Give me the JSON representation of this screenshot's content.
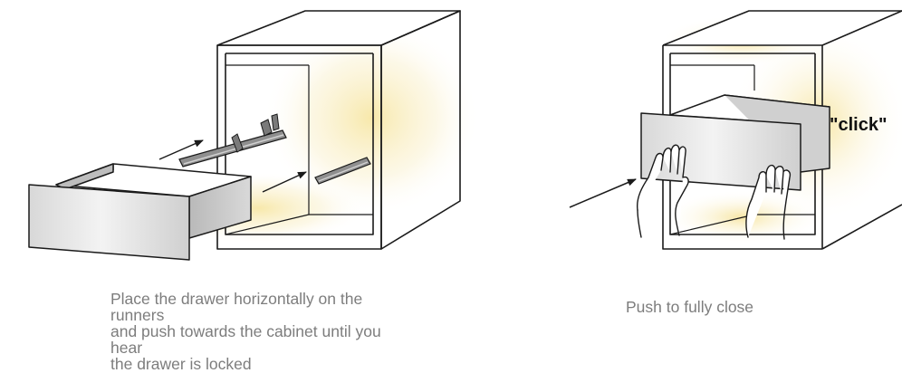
{
  "steps": [
    {
      "id": "step-1",
      "caption": "Place the drawer horizontally on the runners\nand push towards the cabinet until you hear\nthe drawer is locked"
    },
    {
      "id": "step-2",
      "caption": "Push to fully close",
      "callout": "\"click\""
    }
  ],
  "colors": {
    "outline": "#1a1a1a",
    "glow": "#f7e7a6",
    "drawer_front": "#e6e6e6",
    "drawer_side": "#c9c9c9",
    "runner": "#8f8f8f",
    "caption_text": "#7d7d7d"
  }
}
